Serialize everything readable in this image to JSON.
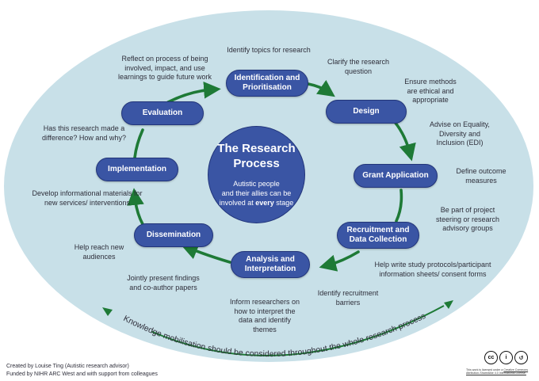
{
  "colors": {
    "ellipse_fill": "#c8e0e8",
    "stage_fill": "#3a55a4",
    "arrow_green": "#1e7a36",
    "text": "#2e2e3a"
  },
  "center": {
    "title_line1": "The Research",
    "title_line2": "Process",
    "text_line1": "Autistic people",
    "text_line2": "and their allies can be",
    "text_line3_pre": "involved at ",
    "text_line3_bold": "every",
    "text_line3_post": " stage"
  },
  "stages": {
    "identification_line1": "Identification and",
    "identification_line2": "Prioritisation",
    "design": "Design",
    "grant": "Grant Application",
    "recruitment_line1": "Recruitment and",
    "recruitment_line2": "Data Collection",
    "analysis_line1": "Analysis and",
    "analysis_line2": "Interpretation",
    "dissemination": "Dissemination",
    "implementation": "Implementation",
    "evaluation": "Evaluation"
  },
  "notes": {
    "identify_topics": "Identify topics for research",
    "clarify_1": "Clarify the research",
    "clarify_2": "question",
    "ethical_1": "Ensure methods",
    "ethical_2": "are ethical and",
    "ethical_3": "appropriate",
    "edi_1": "Advise on Equality,",
    "edi_2": "Diversity and",
    "edi_3": "Inclusion (EDI)",
    "outcome_1": "Define outcome",
    "outcome_2": "measures",
    "steering_1": "Be part of project",
    "steering_2": "steering or research",
    "steering_3": "advisory groups",
    "protocols_1": "Help write study protocols/participant",
    "protocols_2": "information sheets/ consent forms",
    "barriers_1": "Identify recruitment",
    "barriers_2": "barriers",
    "interpret_1": "Inform researchers on",
    "interpret_2": "how to interpret the",
    "interpret_3": "data and identify",
    "interpret_4": "themes",
    "present_1": "Jointly present findings",
    "present_2": "and co-author papers",
    "audiences_1": "Help reach new",
    "audiences_2": "audiences",
    "materials_1": "Develop informational materials for",
    "materials_2": "new services/ interventions",
    "difference_1": "Has this research made a",
    "difference_2": "difference? How and why?",
    "reflect_1": "Reflect on process of being",
    "reflect_2": "involved, impact, and use",
    "reflect_3": "learnings to guide future work"
  },
  "knowledge_banner": "Knowledge mobilisation should be considered throughout the whole research process",
  "footer": {
    "line1": "Created by Louise Ting (Autistic research advisor)",
    "line2": "Funded by NIHR ARC West and with support from colleagues"
  },
  "license": {
    "icons": [
      "cc-icon",
      "by-icon",
      "sa-icon"
    ],
    "icon_text": [
      "cc",
      "i",
      "↺"
    ],
    "text_pre": "This work is licensed under a ",
    "text_link": "Creative Commons Attribution-ShareAlike 4.0 International License."
  }
}
